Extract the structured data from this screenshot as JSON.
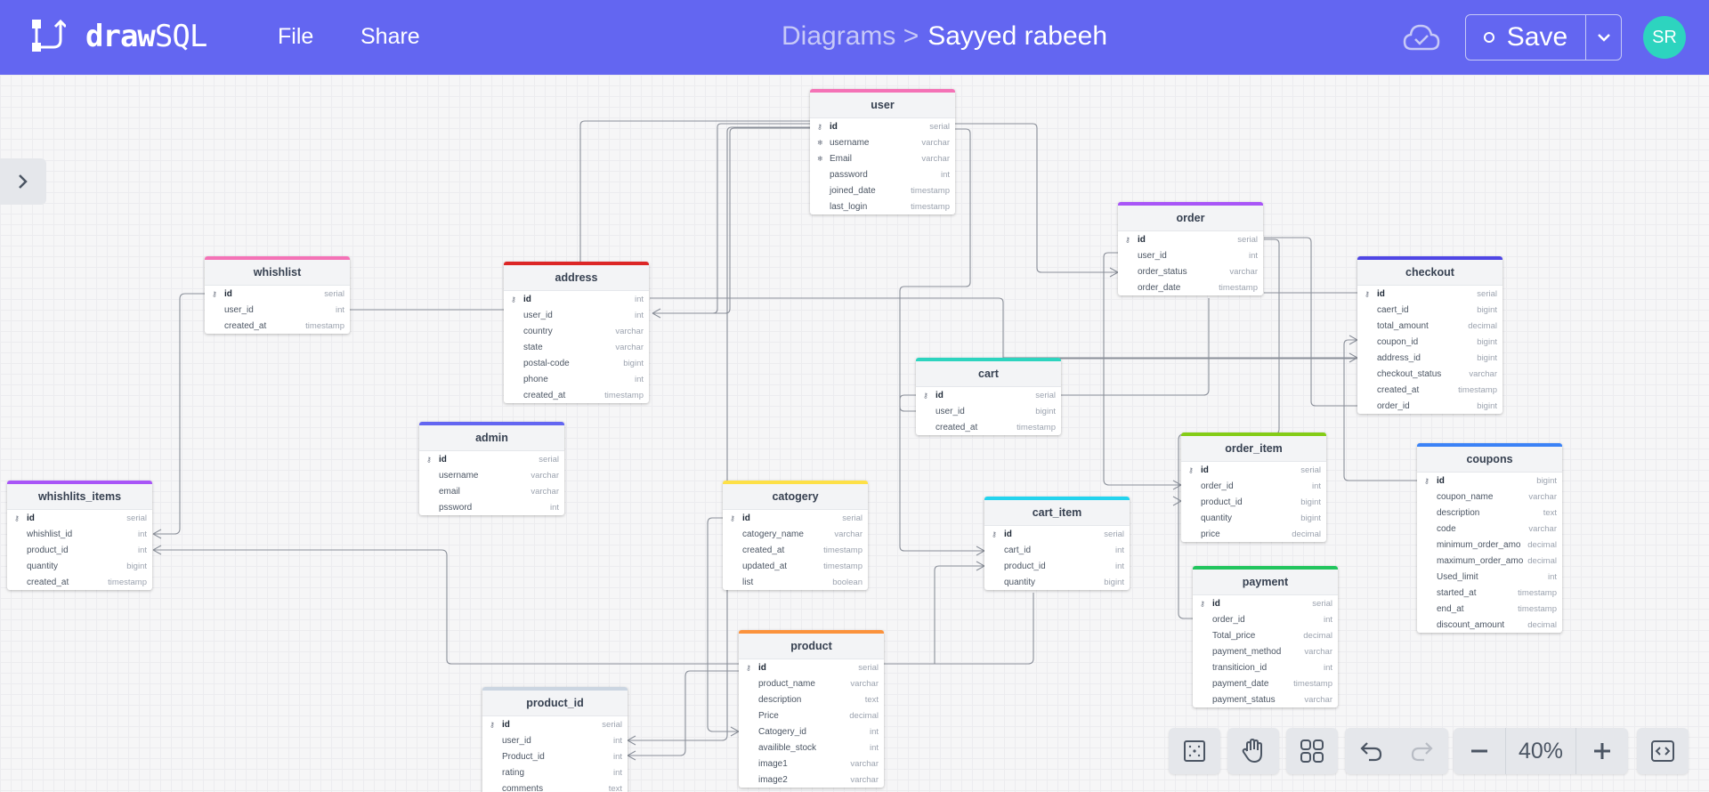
{
  "app": {
    "logo_bold": "draw",
    "logo_light": "SQL",
    "menu": {
      "file": "File",
      "share": "Share"
    },
    "breadcrumb": {
      "parent": "Diagrams >",
      "current": "Sayyed rabeeh"
    },
    "save_label": "Save",
    "avatar_initials": "SR",
    "accent": "#6366f1"
  },
  "toolbar": {
    "zoom": "40%"
  },
  "tables": [
    {
      "name": "user",
      "color": "#f472b6",
      "rows": [
        {
          "key": "pk",
          "name": "id",
          "type": "serial"
        },
        {
          "key": "uq",
          "name": "username",
          "type": "varchar"
        },
        {
          "key": "uq",
          "name": "Email",
          "type": "varchar"
        },
        {
          "key": "",
          "name": "password",
          "type": "int"
        },
        {
          "key": "",
          "name": "joined_date",
          "type": "timestamp"
        },
        {
          "key": "",
          "name": "last_login",
          "type": "timestamp"
        }
      ]
    },
    {
      "name": "order",
      "color": "#a855f7",
      "rows": [
        {
          "key": "pk",
          "name": "id",
          "type": "serial"
        },
        {
          "key": "",
          "name": "user_id",
          "type": "int"
        },
        {
          "key": "",
          "name": "order_status",
          "type": "varchar"
        },
        {
          "key": "",
          "name": "order_date",
          "type": "timestamp"
        }
      ]
    },
    {
      "name": "whishlist",
      "color": "#f472b6",
      "rows": [
        {
          "key": "pk",
          "name": "id",
          "type": "serial"
        },
        {
          "key": "",
          "name": "user_id",
          "type": "int"
        },
        {
          "key": "",
          "name": "created_at",
          "type": "timestamp"
        }
      ]
    },
    {
      "name": "address",
      "color": "#dc2626",
      "rows": [
        {
          "key": "pk",
          "name": "id",
          "type": "int"
        },
        {
          "key": "",
          "name": "user_id",
          "type": "int"
        },
        {
          "key": "",
          "name": "country",
          "type": "varchar"
        },
        {
          "key": "",
          "name": "state",
          "type": "varchar"
        },
        {
          "key": "",
          "name": "postal-code",
          "type": "bigint"
        },
        {
          "key": "",
          "name": "phone",
          "type": "int"
        },
        {
          "key": "",
          "name": "created_at",
          "type": "timestamp"
        }
      ]
    },
    {
      "name": "checkout",
      "color": "#4f46e5",
      "rows": [
        {
          "key": "pk",
          "name": "id",
          "type": "serial"
        },
        {
          "key": "",
          "name": "caert_id",
          "type": "bigint"
        },
        {
          "key": "",
          "name": "total_amount",
          "type": "decimal"
        },
        {
          "key": "",
          "name": "coupon_id",
          "type": "bigint"
        },
        {
          "key": "",
          "name": "address_id",
          "type": "bigint"
        },
        {
          "key": "",
          "name": "checkout_status",
          "type": "varchar"
        },
        {
          "key": "",
          "name": "created_at",
          "type": "timestamp"
        },
        {
          "key": "",
          "name": "order_id",
          "type": "bigint"
        }
      ]
    },
    {
      "name": "cart",
      "color": "#2dd4bf",
      "rows": [
        {
          "key": "pk",
          "name": "id",
          "type": "serial"
        },
        {
          "key": "",
          "name": "user_id",
          "type": "bigint"
        },
        {
          "key": "",
          "name": "created_at",
          "type": "timestamp"
        }
      ]
    },
    {
      "name": "admin",
      "color": "#6366f1",
      "rows": [
        {
          "key": "pk",
          "name": "id",
          "type": "serial"
        },
        {
          "key": "",
          "name": "username",
          "type": "varchar"
        },
        {
          "key": "",
          "name": "email",
          "type": "varchar"
        },
        {
          "key": "",
          "name": "pssword",
          "type": "int"
        }
      ]
    },
    {
      "name": "order_item",
      "color": "#84cc16",
      "rows": [
        {
          "key": "pk",
          "name": "id",
          "type": "serial"
        },
        {
          "key": "",
          "name": "order_id",
          "type": "int"
        },
        {
          "key": "",
          "name": "product_id",
          "type": "bigint"
        },
        {
          "key": "",
          "name": "quantity",
          "type": "bigint"
        },
        {
          "key": "",
          "name": "price",
          "type": "decimal"
        }
      ]
    },
    {
      "name": "coupons",
      "color": "#3b82f6",
      "rows": [
        {
          "key": "pk",
          "name": "id",
          "type": "bigint"
        },
        {
          "key": "",
          "name": "coupon_name",
          "type": "varchar"
        },
        {
          "key": "",
          "name": "description",
          "type": "text"
        },
        {
          "key": "",
          "name": "code",
          "type": "varchar"
        },
        {
          "key": "",
          "name": "minimum_order_amo",
          "type": "decimal"
        },
        {
          "key": "",
          "name": "maximum_order_amo",
          "type": "decimal"
        },
        {
          "key": "",
          "name": "Used_limit",
          "type": "int"
        },
        {
          "key": "",
          "name": "started_at",
          "type": "timestamp"
        },
        {
          "key": "",
          "name": "end_at",
          "type": "timestamp"
        },
        {
          "key": "",
          "name": "discount_amount",
          "type": "decimal"
        }
      ]
    },
    {
      "name": "whishlits_items",
      "color": "#a855f7",
      "rows": [
        {
          "key": "pk",
          "name": "id",
          "type": "serial"
        },
        {
          "key": "",
          "name": "whishlist_id",
          "type": "int"
        },
        {
          "key": "",
          "name": "product_id",
          "type": "int"
        },
        {
          "key": "",
          "name": "quantity",
          "type": "bigint"
        },
        {
          "key": "",
          "name": "created_at",
          "type": "timestamp"
        }
      ]
    },
    {
      "name": "catogery",
      "color": "#fde047",
      "rows": [
        {
          "key": "pk",
          "name": "id",
          "type": "serial"
        },
        {
          "key": "",
          "name": "catogery_name",
          "type": "varchar"
        },
        {
          "key": "",
          "name": "created_at",
          "type": "timestamp"
        },
        {
          "key": "",
          "name": "updated_at",
          "type": "timestamp"
        },
        {
          "key": "",
          "name": "list",
          "type": "boolean"
        }
      ]
    },
    {
      "name": "cart_item",
      "color": "#22d3ee",
      "rows": [
        {
          "key": "pk",
          "name": "id",
          "type": "serial"
        },
        {
          "key": "",
          "name": "cart_id",
          "type": "int"
        },
        {
          "key": "",
          "name": "product_id",
          "type": "int"
        },
        {
          "key": "",
          "name": "quantity",
          "type": "bigint"
        }
      ]
    },
    {
      "name": "payment",
      "color": "#22c55e",
      "rows": [
        {
          "key": "pk",
          "name": "id",
          "type": "serial"
        },
        {
          "key": "",
          "name": "order_id",
          "type": "int"
        },
        {
          "key": "",
          "name": "Total_price",
          "type": "decimal"
        },
        {
          "key": "",
          "name": "payment_method",
          "type": "varchar"
        },
        {
          "key": "",
          "name": "transiticion_id",
          "type": "int"
        },
        {
          "key": "",
          "name": "payment_date",
          "type": "timestamp"
        },
        {
          "key": "",
          "name": "payment_status",
          "type": "varchar"
        }
      ]
    },
    {
      "name": "product",
      "color": "#fb923c",
      "rows": [
        {
          "key": "pk",
          "name": "id",
          "type": "serial"
        },
        {
          "key": "",
          "name": "product_name",
          "type": "varchar"
        },
        {
          "key": "",
          "name": "description",
          "type": "text"
        },
        {
          "key": "",
          "name": "Price",
          "type": "decimal"
        },
        {
          "key": "",
          "name": "Catogery_id",
          "type": "int"
        },
        {
          "key": "",
          "name": "availible_stock",
          "type": "int"
        },
        {
          "key": "",
          "name": "image1",
          "type": "varchar"
        },
        {
          "key": "",
          "name": "image2",
          "type": "varchar"
        }
      ]
    },
    {
      "name": "product_id",
      "color": "#cbd5e1",
      "rows": [
        {
          "key": "pk",
          "name": "id",
          "type": "serial"
        },
        {
          "key": "",
          "name": "user_id",
          "type": "int"
        },
        {
          "key": "",
          "name": "Product_id",
          "type": "int"
        },
        {
          "key": "",
          "name": "rating",
          "type": "int"
        },
        {
          "key": "",
          "name": "comments",
          "type": "text"
        }
      ]
    }
  ]
}
